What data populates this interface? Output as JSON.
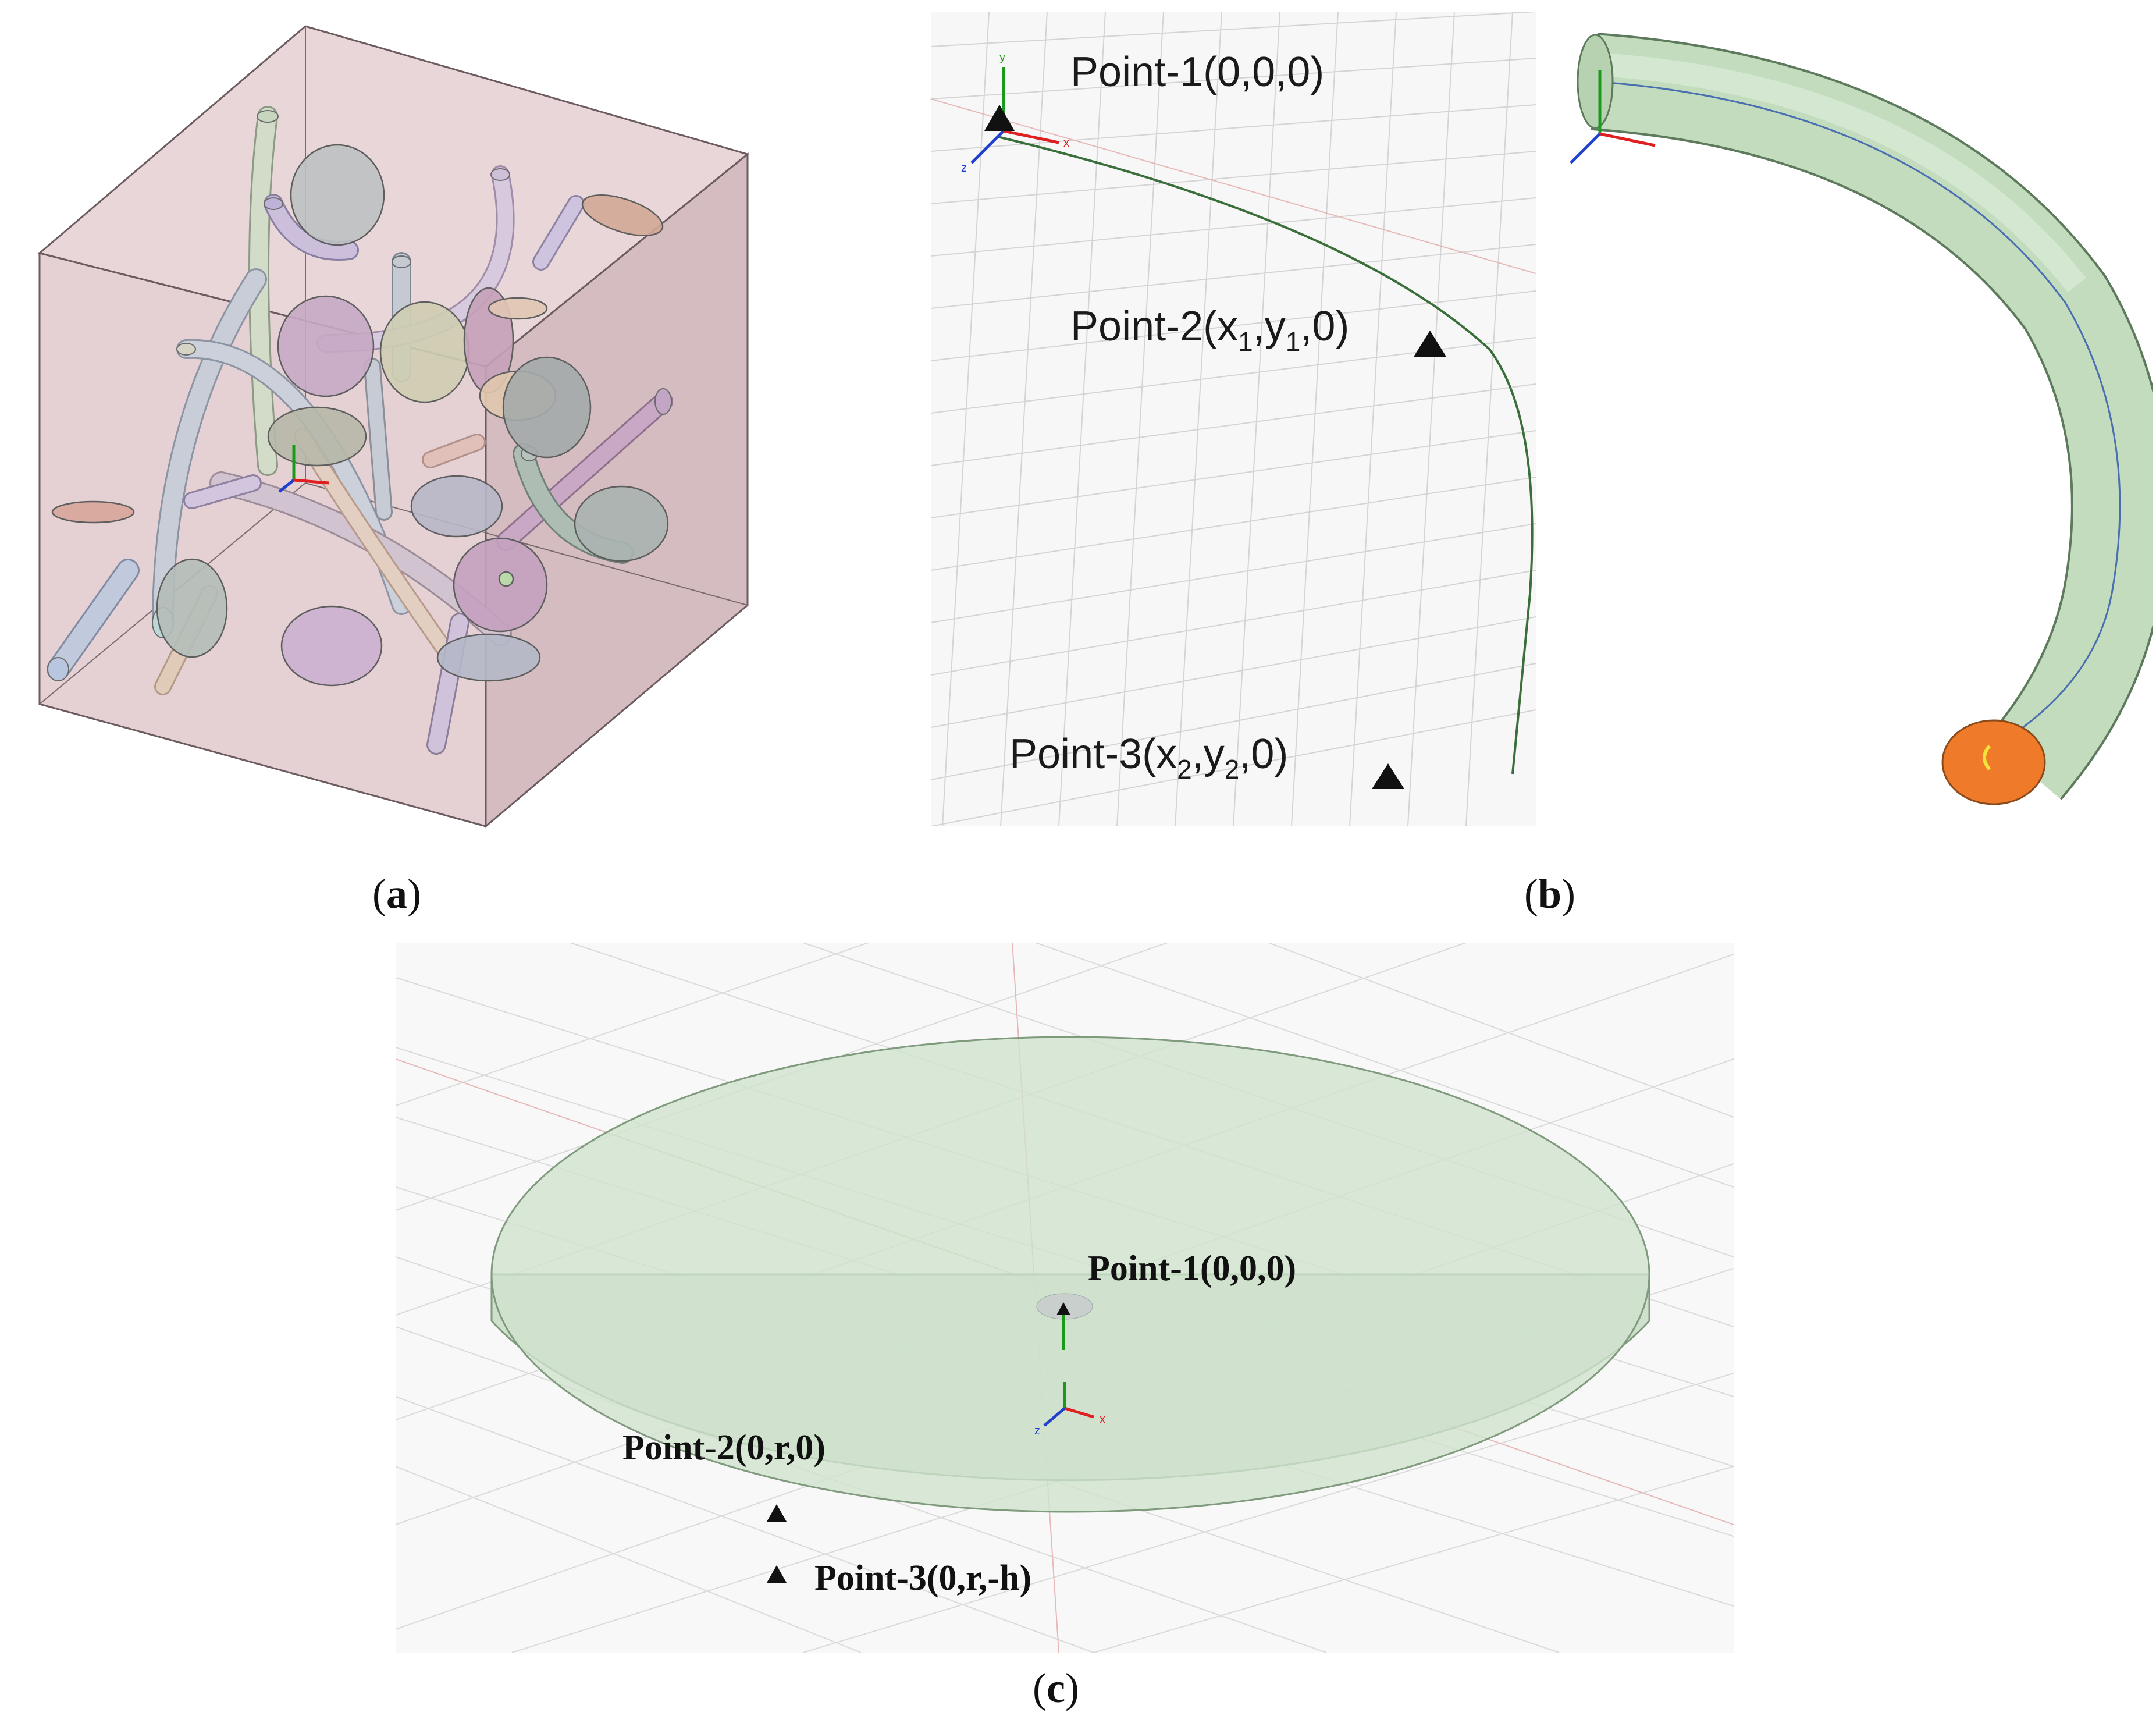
{
  "captions": {
    "a": {
      "open": "(",
      "letter": "a",
      "close": ")"
    },
    "b": {
      "open": "(",
      "letter": "b",
      "close": ")"
    },
    "c": {
      "open": "(",
      "letter": "c",
      "close": ")"
    }
  },
  "panel_b": {
    "p1": "Point-1(0,0,0)",
    "p2": {
      "prefix": "Point-2(x",
      "sub1": "1",
      "mid": ",y",
      "sub2": "1",
      "suffix": ",0)"
    },
    "p3": {
      "prefix": "Point-3(x",
      "sub1": "2",
      "mid": ",y",
      "sub2": "2",
      "suffix": ",0)"
    }
  },
  "panel_c": {
    "p1": "Point-1(0,0,0)",
    "p2": "Point-2(0,r,0)",
    "p3": "Point-3(0,r,-h)"
  },
  "axes": {
    "x": "x",
    "y": "y",
    "z": "z"
  },
  "colors": {
    "cube_fill": "#dcc5c9",
    "cube_edge": "#6b5a5e",
    "tube_green": "#c3dcbe",
    "tube_edge": "#5e7a5c",
    "tube_cap": "#ee7a2a",
    "disc_fill": "#cfe2cd",
    "grid": "#d9d9d9",
    "axis_x": "#e02020",
    "axis_y": "#1a9a1a",
    "axis_z": "#2040d0"
  }
}
